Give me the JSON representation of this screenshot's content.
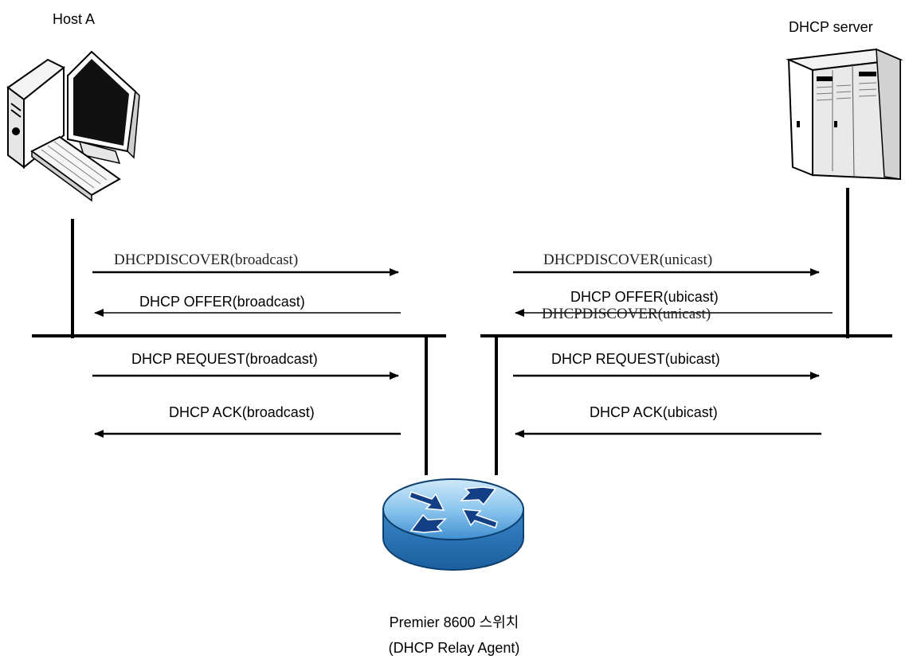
{
  "nodes": {
    "host_a": {
      "label": "Host A"
    },
    "dhcp_server": {
      "label": "DHCP server"
    },
    "relay": {
      "name": "Premier 8600 스위치",
      "role": "(DHCP Relay Agent)"
    }
  },
  "messages": {
    "left": [
      {
        "text": "DHCPDISCOVER(broadcast)",
        "direction": "right"
      },
      {
        "text": "DHCP OFFER(broadcast)",
        "direction": "left"
      },
      {
        "text": "DHCP REQUEST(broadcast)",
        "direction": "right"
      },
      {
        "text": "DHCP ACK(broadcast)",
        "direction": "left"
      }
    ],
    "right": [
      {
        "text": "DHCPDISCOVER(unicast)",
        "direction": "right"
      },
      {
        "text": "DHCP OFFER(ubicast)",
        "direction": "left",
        "overlay_text": "DHCPDISCOVER(unicast)"
      },
      {
        "text": "DHCP REQUEST(ubicast)",
        "direction": "right"
      },
      {
        "text": "DHCP ACK(ubicast)",
        "direction": "left"
      }
    ]
  }
}
